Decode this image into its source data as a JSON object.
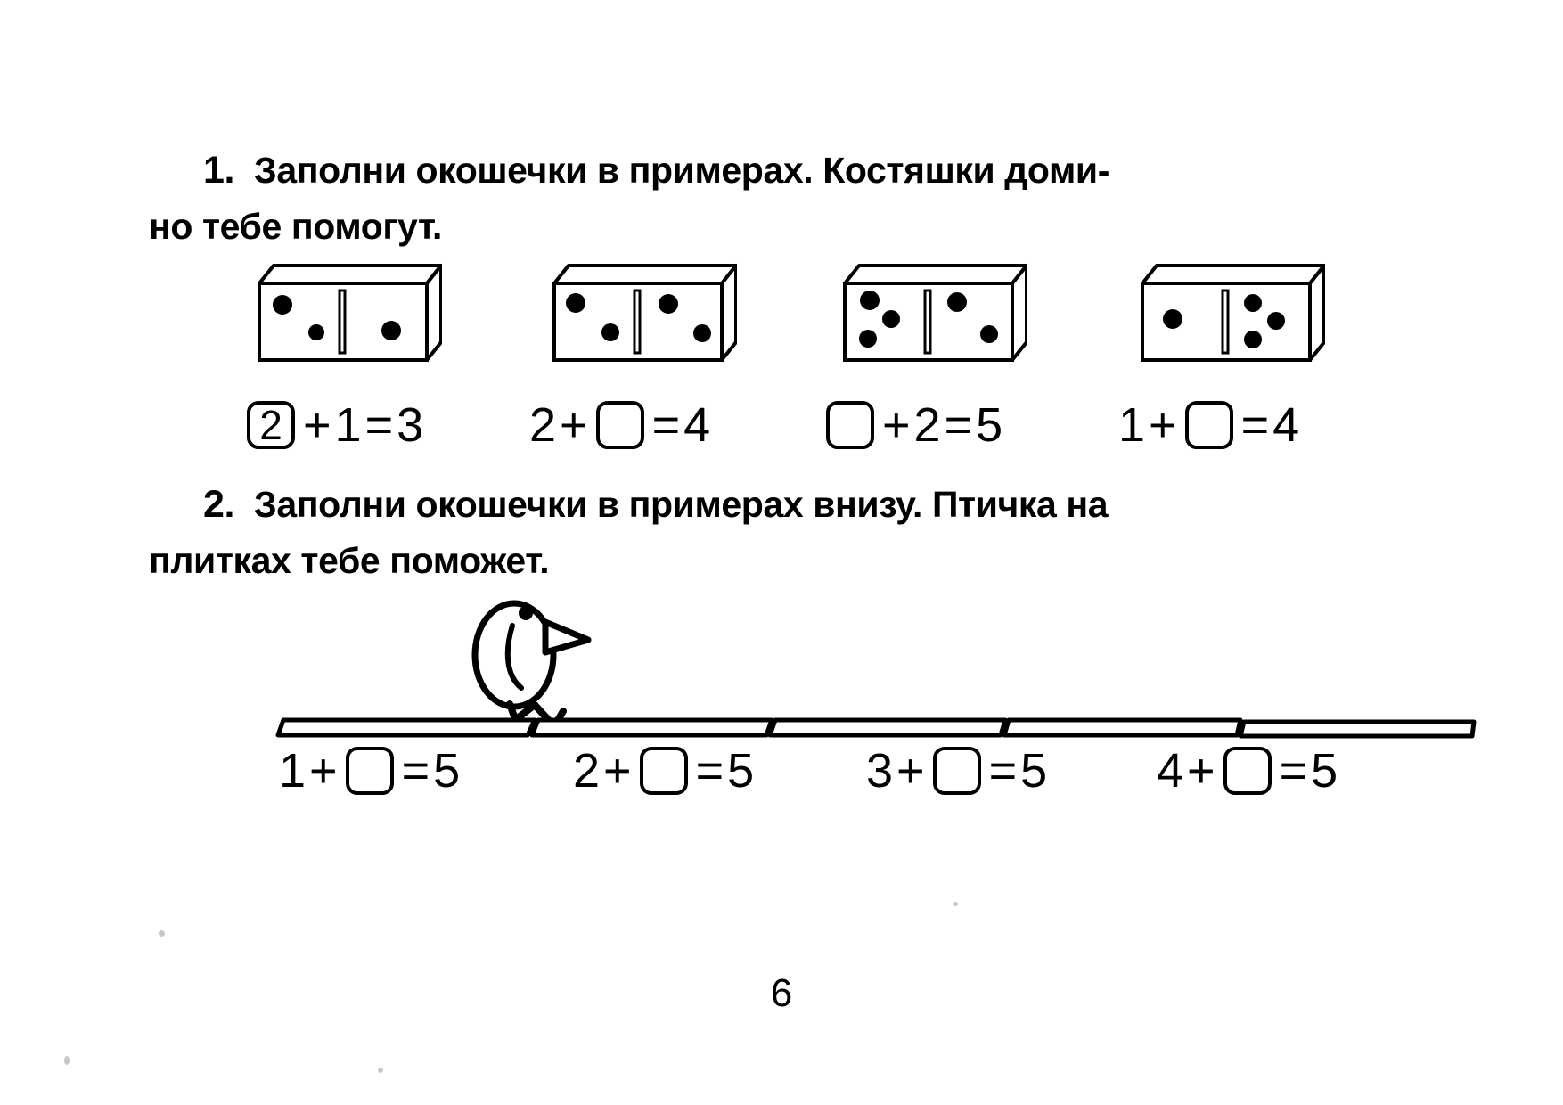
{
  "document": {
    "page_number": "6",
    "language": "ru"
  },
  "tasks": [
    {
      "number": "1.",
      "line1": "Заполни окошечки в примерах. Костяшки доми-",
      "line2": "но тебе помогут."
    },
    {
      "number": "2.",
      "line1": "Заполни окошечки в примерах внизу. Птичка на",
      "line2": "плитках тебе поможет."
    }
  ],
  "dominoes": [
    {
      "name": "domino-2-1",
      "left_pips": 2,
      "right_pips": 1
    },
    {
      "name": "domino-2-2",
      "left_pips": 2,
      "right_pips": 2
    },
    {
      "name": "domino-3-2",
      "left_pips": 3,
      "right_pips": 2
    },
    {
      "name": "domino-1-3",
      "left_pips": 1,
      "right_pips": 3
    }
  ],
  "equations_row1": [
    {
      "a": "2",
      "a_in_box": true,
      "op": "+",
      "b": "1",
      "b_in_box": false,
      "eq": "=",
      "result": "3"
    },
    {
      "a": "2",
      "a_in_box": false,
      "op": "+",
      "b": "",
      "b_in_box": true,
      "eq": "=",
      "result": "4"
    },
    {
      "a": "",
      "a_in_box": true,
      "op": "+",
      "b": "2",
      "b_in_box": false,
      "eq": "=",
      "result": "5"
    },
    {
      "a": "1",
      "a_in_box": false,
      "op": "+",
      "b": "",
      "b_in_box": true,
      "eq": "=",
      "result": "4"
    }
  ],
  "equations_row2": [
    {
      "a": "1",
      "a_in_box": false,
      "op": "+",
      "b": "",
      "b_in_box": true,
      "eq": "=",
      "result": "5"
    },
    {
      "a": "2",
      "a_in_box": false,
      "op": "+",
      "b": "",
      "b_in_box": true,
      "eq": "=",
      "result": "5"
    },
    {
      "a": "3",
      "a_in_box": false,
      "op": "+",
      "b": "",
      "b_in_box": true,
      "eq": "=",
      "result": "5"
    },
    {
      "a": "4",
      "a_in_box": false,
      "op": "+",
      "b": "",
      "b_in_box": true,
      "eq": "=",
      "result": "5"
    }
  ],
  "illustration": {
    "bird_label": "bird-on-tiles",
    "tile_count": 5
  },
  "colors": {
    "ink": "#000000",
    "paper": "#ffffff"
  }
}
